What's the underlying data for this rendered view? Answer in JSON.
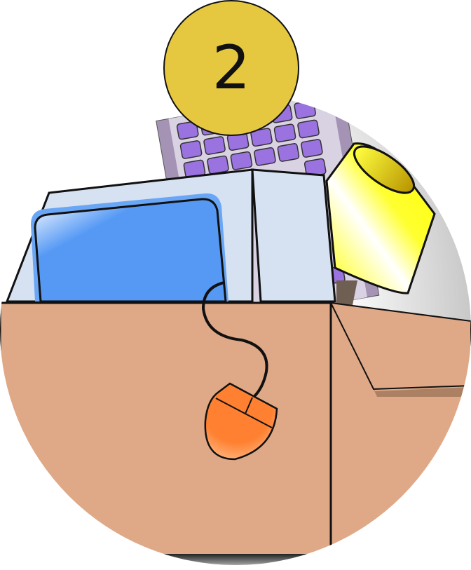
{
  "illustration": {
    "badge": {
      "number": "2",
      "color": "#E6C840"
    },
    "colors": {
      "box": "#DFA987",
      "box_line": "#111111",
      "monitor_body": "#D6E2F2",
      "screen": "#5599F5",
      "screen_highlight": "#FFFFFF",
      "keyboard_frame": "#A493B5",
      "keyboard_key": "#9B73E0",
      "lampshade": "#FFFF00",
      "lamp_top": "#C9A400",
      "lamp_base": "#6F5E52",
      "mouse": "#FF8030",
      "shadow": "#999999"
    },
    "elements": [
      "number-badge",
      "keyboard",
      "monitor",
      "desk-lamp",
      "mouse",
      "cardboard-box"
    ]
  }
}
